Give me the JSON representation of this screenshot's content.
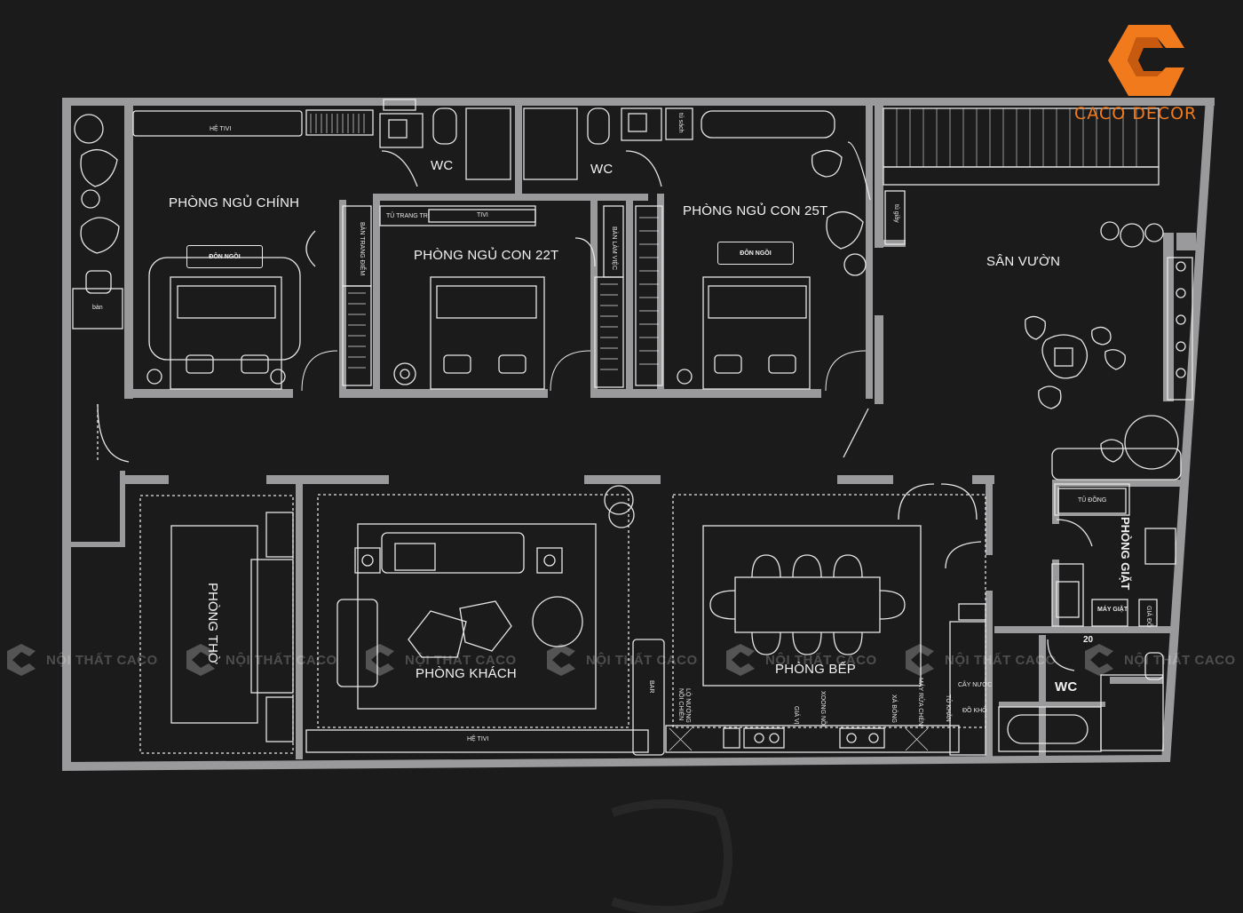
{
  "brand": {
    "name": "CACO DECOR",
    "color": "#f07a1c",
    "icon": "caco-logo-icon"
  },
  "watermark": {
    "text": "NỘI THẤT CACO",
    "icon": "caco-c-icon",
    "count": 7
  },
  "rooms": {
    "master_bedroom": "PHÒNG NGỦ CHÍNH",
    "bedroom_22": "PHÒNG NGỦ CON 22T",
    "bedroom_25": "PHÒNG NGỦ CON 25T",
    "wc_1": "WC",
    "wc_2": "WC",
    "wc_3": "WC",
    "garden": "SÂN VƯỜN",
    "altar_room": "PHÒNG THỜ",
    "living_room": "PHÒNG KHÁCH",
    "kitchen": "PHÒNG BẾP",
    "laundry": "PHÒNG GIẶT"
  },
  "fixtures": {
    "tv_master": "HỆ TIVI",
    "tv_living": "HỆ TIVI",
    "display_cabinet": "TỦ TRANG TRÍ",
    "tv_22": "TIVI",
    "vanity": "BÀN TRANG ĐIỂM",
    "desk": "BÀN LÀM VIỆC",
    "desk_small": "bàn",
    "shoe_cabinet": "tủ giầy",
    "book_cabinet": "tủ sách",
    "bench_master": "ĐÔN NGỒI",
    "bench_25": "ĐÔN NGỒI",
    "built_in_cabinet": "TỦ ĐỒNG",
    "washing_machine": "MÁY GIẶT",
    "clothes_rack": "GIÁ ĐỒ",
    "bar": "BAR",
    "oven": "LÒ NƯỚNG\nNỒI CHIÊN",
    "spice_rack": "GIÁ VỊ",
    "pot_drawer": "XOONG NỒI",
    "bowl_rack": "XÁ BÔNG",
    "dishwasher": "MÁY RỬA CHÉN",
    "towel_cabinet": "TỦ KHĂN",
    "water_tree": "CÂY NƯỚC",
    "dry_storage": "ĐỒ KHÔ",
    "level_marker": "20"
  },
  "colors": {
    "background": "#1b1b1c",
    "wall": "#9a9a9c",
    "line": "#e6e6e6",
    "accent": "#f07a1c"
  }
}
